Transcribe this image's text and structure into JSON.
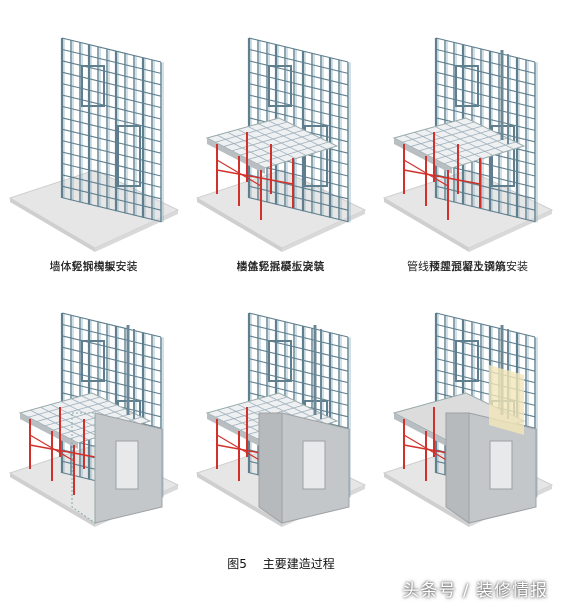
{
  "panels": [
    {
      "label": "墙体轻钢构架安装",
      "slab": false,
      "wallForm": false,
      "wallConcrete": false,
      "slabConcrete": false,
      "pipes": false
    },
    {
      "label": "楼盖免拆模板安装",
      "slab": true,
      "wallForm": false,
      "wallConcrete": false,
      "slabConcrete": false,
      "pipes": false
    },
    {
      "label": "管线预埋预留及钢筋安装",
      "slab": true,
      "wallForm": false,
      "wallConcrete": false,
      "slabConcrete": false,
      "pipes": true
    },
    {
      "label": "墙体免拆模板安装",
      "slab": true,
      "wallForm": true,
      "wallConcrete": false,
      "slabConcrete": false,
      "pipes": true
    },
    {
      "label": "墙体轻混凝土浇筑",
      "slab": true,
      "wallForm": true,
      "wallConcrete": true,
      "slabConcrete": false,
      "pipes": true
    },
    {
      "label": "楼盖混凝土浇筑",
      "slab": true,
      "wallForm": true,
      "wallConcrete": true,
      "slabConcrete": true,
      "pipes": true
    }
  ],
  "figure": {
    "number": "图5",
    "title": "主要建造过程"
  },
  "watermark": "头条号 / 装修情报",
  "colors": {
    "steel": "#5f7f8f",
    "steelLight": "#8fb3c4",
    "prop": "#d2302a",
    "ground": "#e6e6e6",
    "form": "#c4c7ca",
    "slab": "#eef0f2",
    "fill": "#f2e6b8"
  }
}
